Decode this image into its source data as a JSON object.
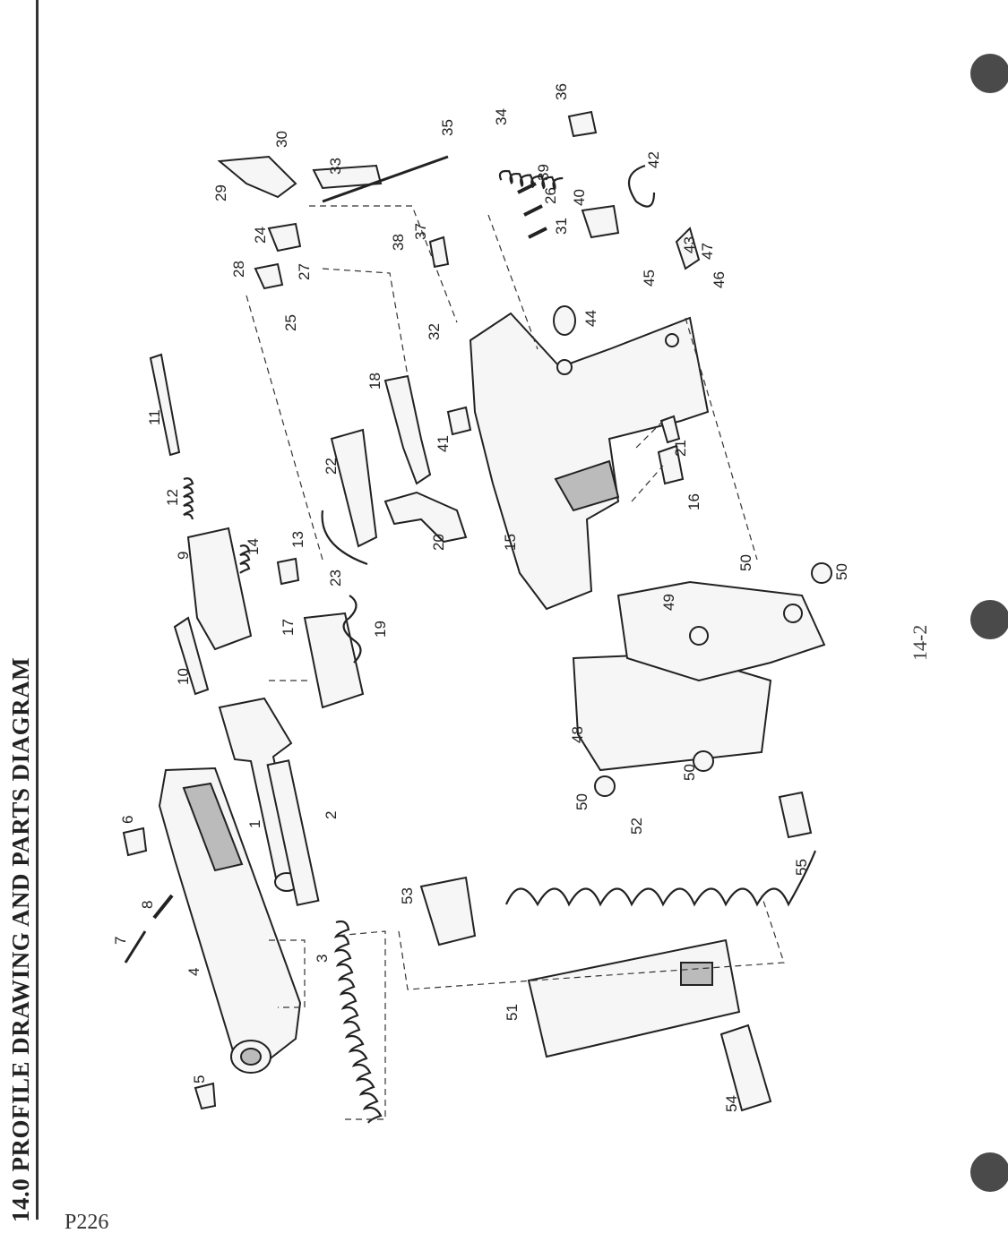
{
  "title": "14.0 PROFILE DRAWING AND PARTS DIAGRAM",
  "page_label": "P226",
  "page_number": "14-2",
  "punch_holes": 3,
  "callouts": [
    "1",
    "2",
    "3",
    "4",
    "5",
    "6",
    "7",
    "8",
    "9",
    "10",
    "11",
    "12",
    "13",
    "14",
    "15",
    "16",
    "17",
    "18",
    "19",
    "20",
    "21",
    "22",
    "23",
    "24",
    "25",
    "26",
    "27",
    "28",
    "29",
    "30",
    "31",
    "32",
    "33",
    "34",
    "35",
    "36",
    "37",
    "38",
    "39",
    "40",
    "41",
    "42",
    "43",
    "44",
    "45",
    "46",
    "47",
    "48",
    "49",
    "50",
    "50",
    "50",
    "50",
    "51",
    "52",
    "53",
    "54",
    "55"
  ]
}
